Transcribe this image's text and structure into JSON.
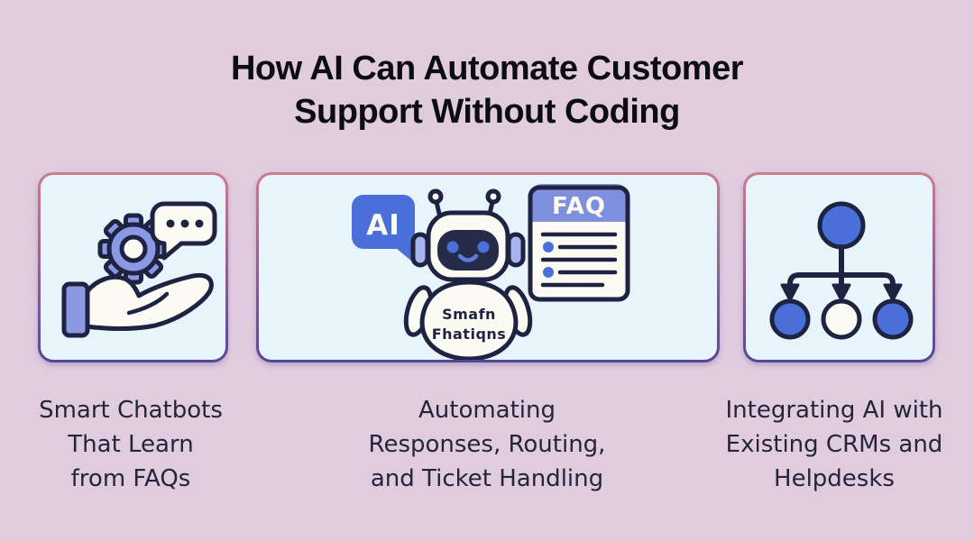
{
  "title": {
    "lines": [
      "How AI Can Automate Customer",
      "Support Without Coding"
    ]
  },
  "cards": [
    {
      "id": "smart-chatbots",
      "icon": "hand-gear-chat-icon",
      "caption_lines": [
        "Smart Chatbots",
        "That Learn",
        "from FAQs"
      ]
    },
    {
      "id": "automating-responses",
      "icon": "chatbot-faq-icon",
      "ai_badge": "AI",
      "faq_title": "FAQ",
      "robot_text": [
        "Smafn",
        "Fhatiqns"
      ],
      "caption_lines": [
        "Automating",
        "Responses, Routing,",
        "and Ticket Handling"
      ]
    },
    {
      "id": "integrating-ai",
      "icon": "hierarchy-icon",
      "caption_lines": [
        "Integrating AI with",
        "Existing CRMs and",
        "Helpdesks"
      ]
    }
  ],
  "colors": {
    "background": "#e1cbdf",
    "card_background": "#e8f4fb",
    "card_border_top": "#cc7e8e",
    "card_border_bottom": "#544798",
    "outline_dark": "#1e2342",
    "accent_blue": "#4a6fd8",
    "periwinkle": "#8b99e4",
    "light_periwinkle": "#a8b4ed",
    "faq_header": "#7e90dd",
    "face_dark": "#262b4a",
    "off_white": "#fbfaf3",
    "title_text": "#0c0c16",
    "caption_text": "#24253a"
  }
}
